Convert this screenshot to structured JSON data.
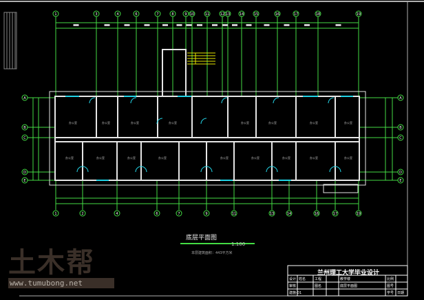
{
  "drawing": {
    "title": "底层平面图",
    "scale": "1:100",
    "area_note": "本层建筑面积：443平方米",
    "room_label": "办公室",
    "axes_top": [
      "1",
      "3",
      "4",
      "6",
      "7",
      "8",
      "9",
      "10",
      "11",
      "12",
      "13",
      "14",
      "15",
      "16",
      "17",
      "18",
      "19"
    ],
    "axes_bottom": [
      "1",
      "2",
      "4",
      "6",
      "7",
      "9",
      "11",
      "13",
      "14",
      "16",
      "17",
      "19"
    ],
    "axes_left": [
      "A",
      "B",
      "C",
      "D",
      "E"
    ],
    "axes_right": [
      "A",
      "B",
      "C",
      "D",
      "E"
    ],
    "colors": {
      "axis": "#44dd44",
      "wall": "#e6e6e6",
      "window": "#22d4e6",
      "stair": "#e6e600",
      "frame": "#b0b0b0"
    }
  },
  "title_block": {
    "title": "兰州理工大学毕业设计",
    "cells": [
      "设计",
      "姓名",
      "工程",
      "教学楼",
      "比例",
      "审核",
      "图名",
      "底层平面图",
      "图号",
      "建施-01",
      "学号",
      "日期"
    ]
  },
  "watermark": {
    "text": "土木帮",
    "url": "www.tumubong.net"
  }
}
